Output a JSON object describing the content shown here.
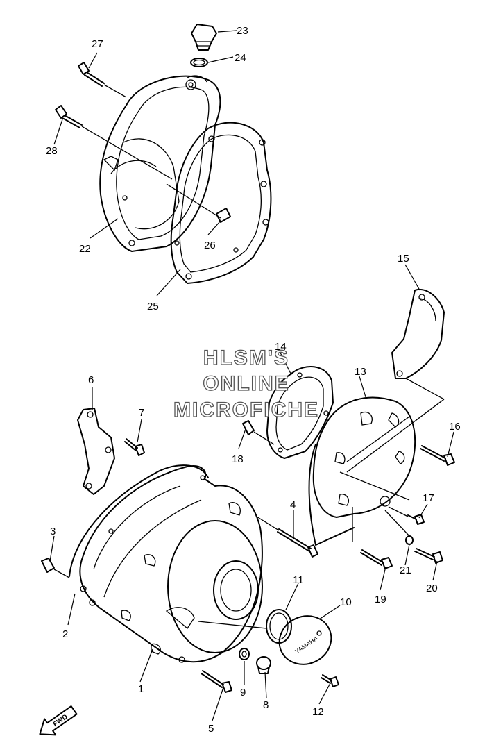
{
  "watermark": {
    "line1": "HLSM'S",
    "line2": "ONLINE",
    "line3": "MICROFICHE"
  },
  "fwd_label": "FWD",
  "cover_logo": "YAMAHA",
  "callouts": [
    "1",
    "2",
    "3",
    "4",
    "5",
    "6",
    "7",
    "8",
    "9",
    "10",
    "11",
    "12",
    "13",
    "14",
    "15",
    "16",
    "17",
    "18",
    "19",
    "20",
    "21",
    "22",
    "23",
    "24",
    "25",
    "26",
    "27",
    "28"
  ]
}
